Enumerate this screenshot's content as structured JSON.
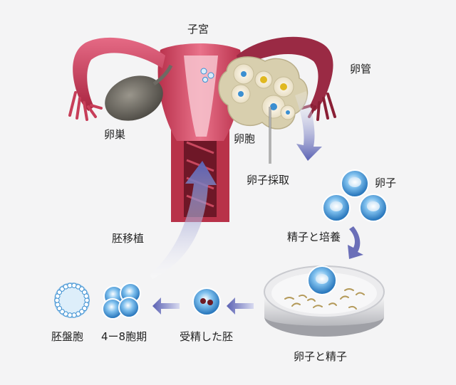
{
  "labels": {
    "uterus": "子宮",
    "fallopian_tube": "卵管",
    "ovary": "卵巣",
    "follicle": "卵胞",
    "egg_retrieval": "卵子採取",
    "egg": "卵子",
    "sperm_and_culture": "精子と培養",
    "embryo_transfer": "胚移植",
    "egg_and_sperm": "卵子と精子",
    "fertilized_embryo": "受精した胚",
    "four_to_eight_cell": "4ー8胞期",
    "blastocyst": "胚盤胞"
  },
  "colors": {
    "uterus_pink": "#d4455f",
    "uterus_dark": "#8a1f35",
    "ovary_gray": "#6d6a63",
    "arrow_blue": "#6b6fb8",
    "cell_blue": "#3b8fd1",
    "background": "#f4f4f5"
  }
}
